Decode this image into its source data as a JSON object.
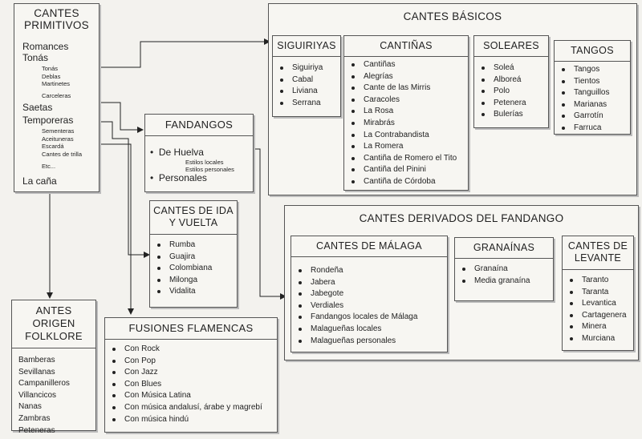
{
  "primitivos": {
    "title_line1": "CANTES",
    "title_line2": "PRIMITIVOS",
    "romances": "Romances",
    "tonas": "Tonás",
    "tonas_sub": [
      "Tonás",
      "Deblas",
      "Martinetes"
    ],
    "carceleras": "Carceleras",
    "saetas": "Saetas",
    "temporeras": "Temporeras",
    "temporeras_sub": [
      "Sementeras",
      "Aceituneras",
      "Escardá",
      "Cantes de trilla"
    ],
    "etc": "Etc...",
    "la_cana": "La caña"
  },
  "basicos": {
    "title": "CANTES BÁSICOS",
    "groups": [
      {
        "title": "SIGUIRIYAS",
        "items": [
          "Siguiriya",
          "Cabal",
          "Liviana",
          "Serrana"
        ]
      },
      {
        "title": "CANTIÑAS",
        "items": [
          "Cantiñas",
          "Alegrías",
          "Cante de las Mirris",
          "Caracoles",
          "La Rosa",
          "Mirabrás",
          "La Contrabandista",
          "La Romera",
          "Cantiña de Romero el Tito",
          "Cantiña del Pinini",
          "Cantiña de Córdoba"
        ]
      },
      {
        "title": "SOLEARES",
        "items": [
          "Soleá",
          "Alboreá",
          "Polo",
          "Petenera",
          "Bulerías"
        ]
      },
      {
        "title": "TANGOS",
        "items": [
          "Tangos",
          "Tientos",
          "Tanguillos",
          "Marianas",
          "Garrotín",
          "Farruca"
        ]
      }
    ]
  },
  "fandangos": {
    "title": "FANDANGOS",
    "de_huelva": "De Huelva",
    "estilos_locales": "Estilos locales",
    "estilos_personales": "Estilos personales",
    "personales": "Personales"
  },
  "ida_vuelta": {
    "title_line1": "CANTES DE IDA",
    "title_line2": "Y VUELTA",
    "items": [
      "Rumba",
      "Guajira",
      "Colombiana",
      "Milonga",
      "Vidalita"
    ]
  },
  "derivados": {
    "title": "CANTES DERIVADOS DEL FANDANGO",
    "malaga": {
      "title": "CANTES DE MÁLAGA",
      "items": [
        "Rondeña",
        "Jabera",
        "Jabegote",
        "Verdiales",
        "Fandangos locales de Málaga",
        "Malagueñas locales",
        "Malagueñas personales"
      ]
    },
    "granainas": {
      "title": "GRANAÍNAS",
      "items": [
        "Granaína",
        "Media granaína"
      ]
    },
    "levante": {
      "title_line1": "CANTES DE",
      "title_line2": "LEVANTE",
      "items": [
        "Taranto",
        "Taranta",
        "Levantica",
        "Cartagenera",
        "Minera",
        "Murciana"
      ]
    }
  },
  "folklore": {
    "title_line1": "ANTES ORIGEN",
    "title_line2": "FOLKLORE",
    "items": [
      "Bamberas",
      "Sevillanas",
      "Campanilleros",
      "Villancicos",
      "Nanas",
      "Zambras",
      "Peteneras"
    ]
  },
  "fusiones": {
    "title": "FUSIONES FLAMENCAS",
    "items": [
      "Con Rock",
      "Con Pop",
      "Con Jazz",
      "Con Blues",
      "Con Música Latina",
      "Con música andalusí, árabe y magrebí",
      "Con música hindú"
    ]
  }
}
